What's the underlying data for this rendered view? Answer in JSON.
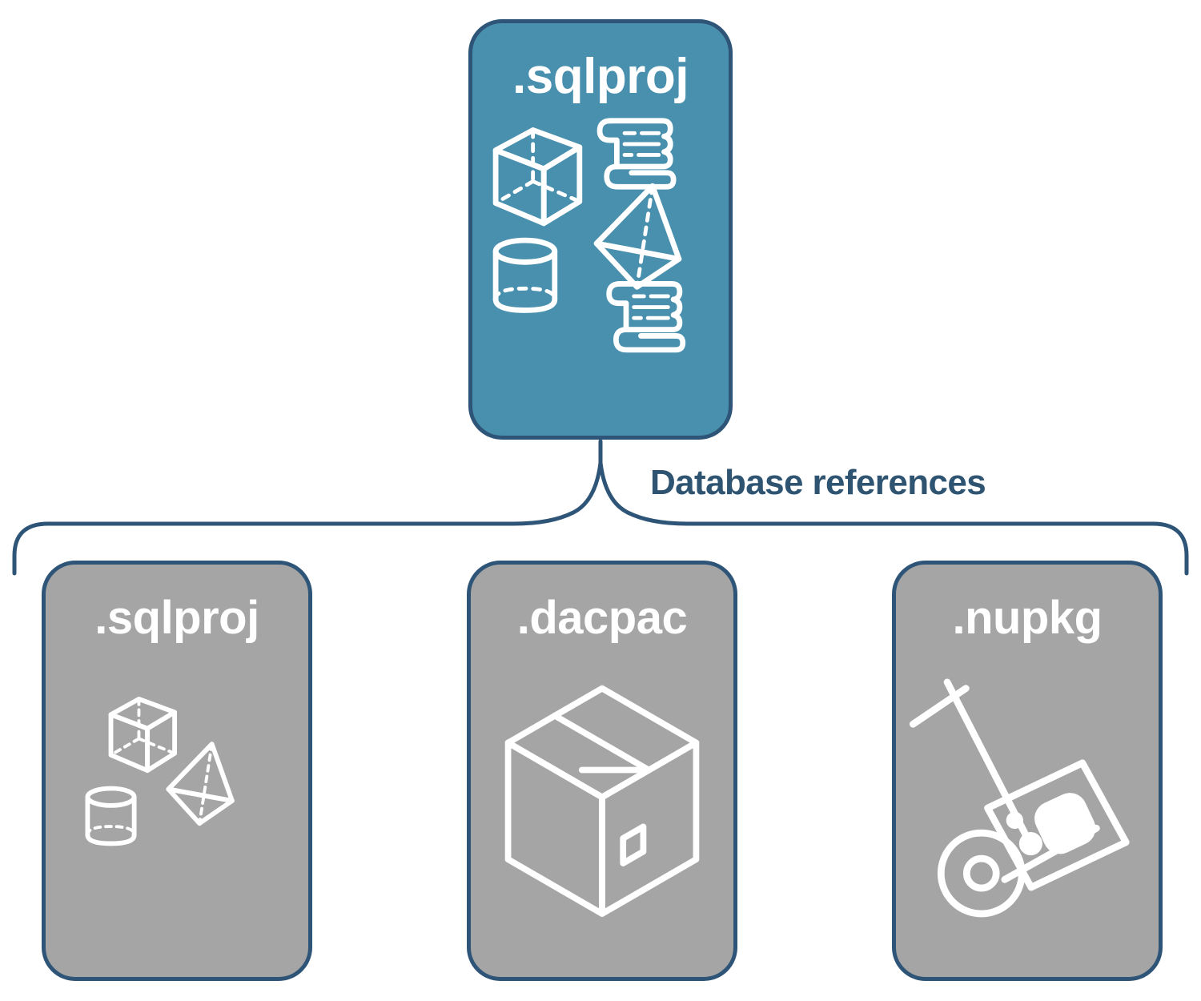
{
  "diagram": {
    "title_text": "Database references",
    "colors": {
      "primary_fill": "#4890AE",
      "secondary_fill": "#A5A5A5",
      "stroke": "#2E5577",
      "label_text": "#2E5472",
      "icon_stroke": "#FFFFFF",
      "background": "#FFFFFF"
    }
  },
  "source_node": {
    "label": ".sqlproj",
    "fill": "primary",
    "icons": [
      "cube-wireframe-icon",
      "scroll-script-icon",
      "pyramid-wireframe-icon",
      "cylinder-wireframe-icon",
      "scroll-script-icon"
    ]
  },
  "connector": {
    "label": "Database references",
    "type": "curly-brace"
  },
  "reference_nodes": [
    {
      "label": ".sqlproj",
      "fill": "secondary",
      "icons": [
        "cube-wireframe-icon",
        "pyramid-wireframe-icon",
        "cylinder-wireframe-icon"
      ]
    },
    {
      "label": ".dacpac",
      "fill": "secondary",
      "icons": [
        "package-box-icon"
      ]
    },
    {
      "label": ".nupkg",
      "fill": "secondary",
      "icons": [
        "hand-truck-nuget-icon"
      ]
    }
  ]
}
